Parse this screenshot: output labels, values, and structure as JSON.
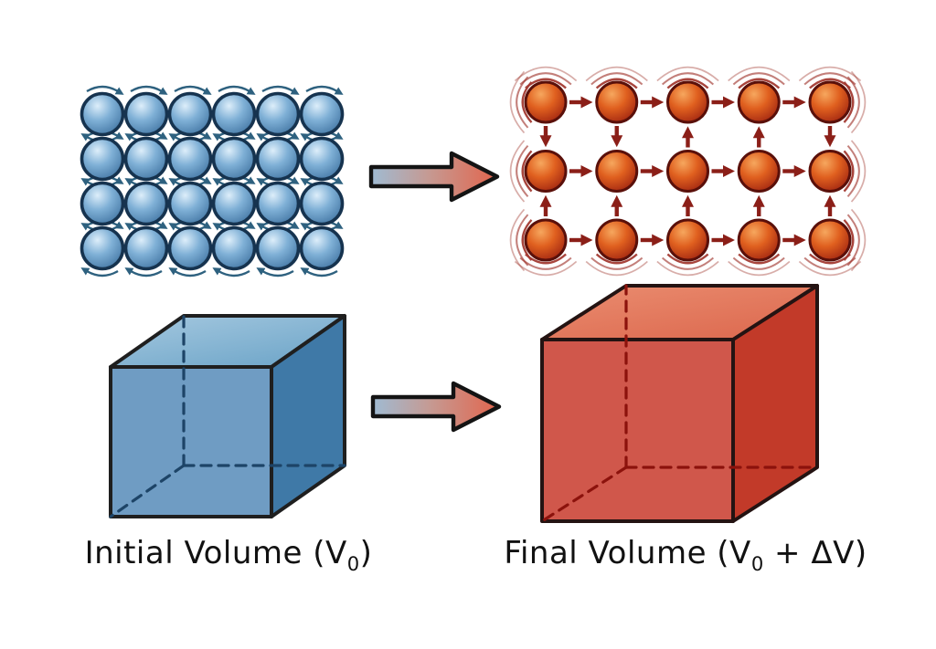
{
  "diagram": {
    "subject": "thermal-expansion",
    "icons": {
      "transition_arrow": "gradient-right-arrow",
      "blue_particle_motion": "curved-rotation-arrow",
      "red_particle_motion": "concentric-vibration-arcs"
    }
  },
  "labels": {
    "initial": {
      "prefix": "Initial Volume (V",
      "sub": "0",
      "suffix": ")"
    },
    "final": {
      "prefix": "Final Volume (V",
      "sub": "0",
      "suffix": " + ΔV)"
    }
  },
  "initial_particles": {
    "rows": 4,
    "cols": 6
  },
  "final_particles": {
    "rows": 3,
    "cols": 5,
    "horizontal_arrow_direction": "right",
    "vertical_arrows": [
      [
        "down",
        "down",
        "up",
        "up",
        "down"
      ],
      [
        "up",
        "up",
        "up",
        "up",
        "up"
      ]
    ]
  },
  "colors": {
    "background": "#ffffff",
    "label_text": "#111111",
    "blue_sphere_light": "#ddeefa",
    "blue_sphere_mid": "#7fb0d6",
    "blue_sphere_dark": "#3f72a0",
    "blue_sphere_rim": "#16334f",
    "blue_arc": "#2e617f",
    "red_sphere_light": "#f6a75e",
    "red_sphere_mid": "#e0601f",
    "red_sphere_dark": "#9c2110",
    "red_sphere_rim": "#5a100a",
    "red_arrow": "#8b1f18",
    "red_arc": "#a33b33",
    "arrow_gradient_start": "#9fbbd3",
    "arrow_gradient_mid": "#c59a93",
    "arrow_gradient_end": "#e2654d",
    "arrow_outline": "#141414",
    "blue_cube_front": "#6f9cc3",
    "blue_cube_right": "#3f79a7",
    "blue_cube_top_light": "#a6c9e0",
    "blue_cube_top_dark": "#6fa6c9",
    "blue_cube_outline": "#1f1f1f",
    "blue_cube_dash": "#1d4467",
    "red_cube_front": "#d0574b",
    "red_cube_right": "#c23a29",
    "red_cube_top_light": "#ea8d70",
    "red_cube_top_dark": "#dd6a50",
    "red_cube_outline": "#241312",
    "red_cube_dash": "#8c120c"
  }
}
